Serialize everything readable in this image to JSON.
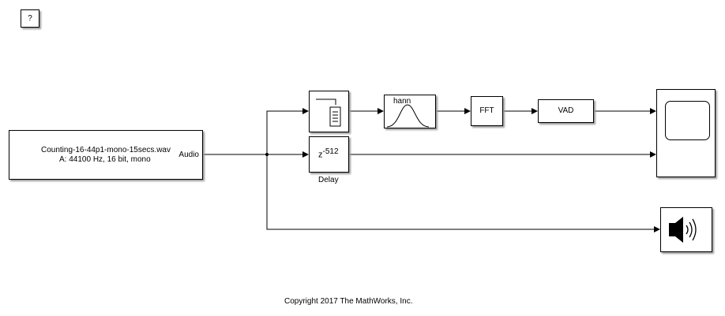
{
  "help": {
    "label": "?"
  },
  "source": {
    "file": "Counting-16-44p1-mono-15secs.wav",
    "info": "A: 44100 Hz, 16 bit, mono",
    "port": "Audio"
  },
  "window": {
    "label": "hann"
  },
  "fft": {
    "label": "FFT"
  },
  "vad": {
    "label": "VAD"
  },
  "delay": {
    "base": "z",
    "exp": "-512",
    "caption": "Delay"
  },
  "footer": {
    "copyright": "Copyright 2017 The MathWorks, Inc."
  }
}
